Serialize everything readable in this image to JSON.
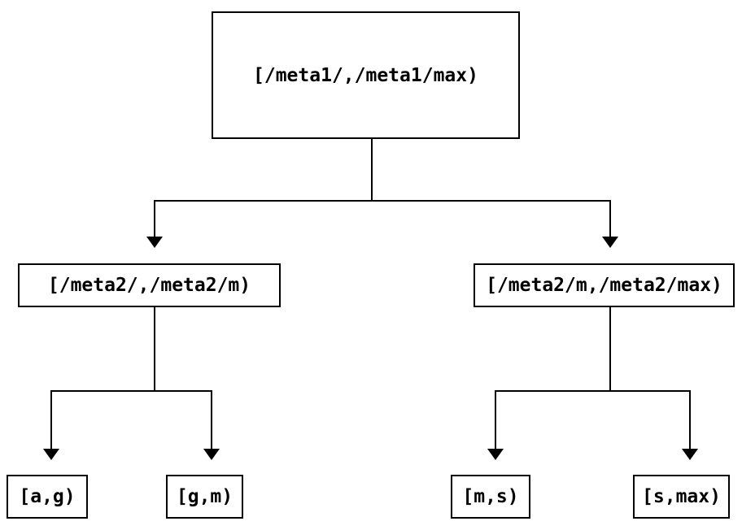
{
  "diagram": {
    "type": "tree",
    "nodes": {
      "root": {
        "label": "[/meta1/,/meta1/max)"
      },
      "left": {
        "label": "[/meta2/,/meta2/m)"
      },
      "right": {
        "label": "[/meta2/m,/meta2/max)"
      },
      "leaf_ag": {
        "label": "[a,g)"
      },
      "leaf_gm": {
        "label": "[g,m)"
      },
      "leaf_ms": {
        "label": "[m,s)"
      },
      "leaf_smax": {
        "label": "[s,max)"
      }
    },
    "edges": [
      {
        "from": "root",
        "to": "left"
      },
      {
        "from": "root",
        "to": "right"
      },
      {
        "from": "left",
        "to": "leaf_ag"
      },
      {
        "from": "left",
        "to": "leaf_gm"
      },
      {
        "from": "right",
        "to": "leaf_ms"
      },
      {
        "from": "right",
        "to": "leaf_smax"
      }
    ],
    "colors": {
      "background": "#ffffff",
      "line": "#000000",
      "text": "#000000"
    }
  }
}
